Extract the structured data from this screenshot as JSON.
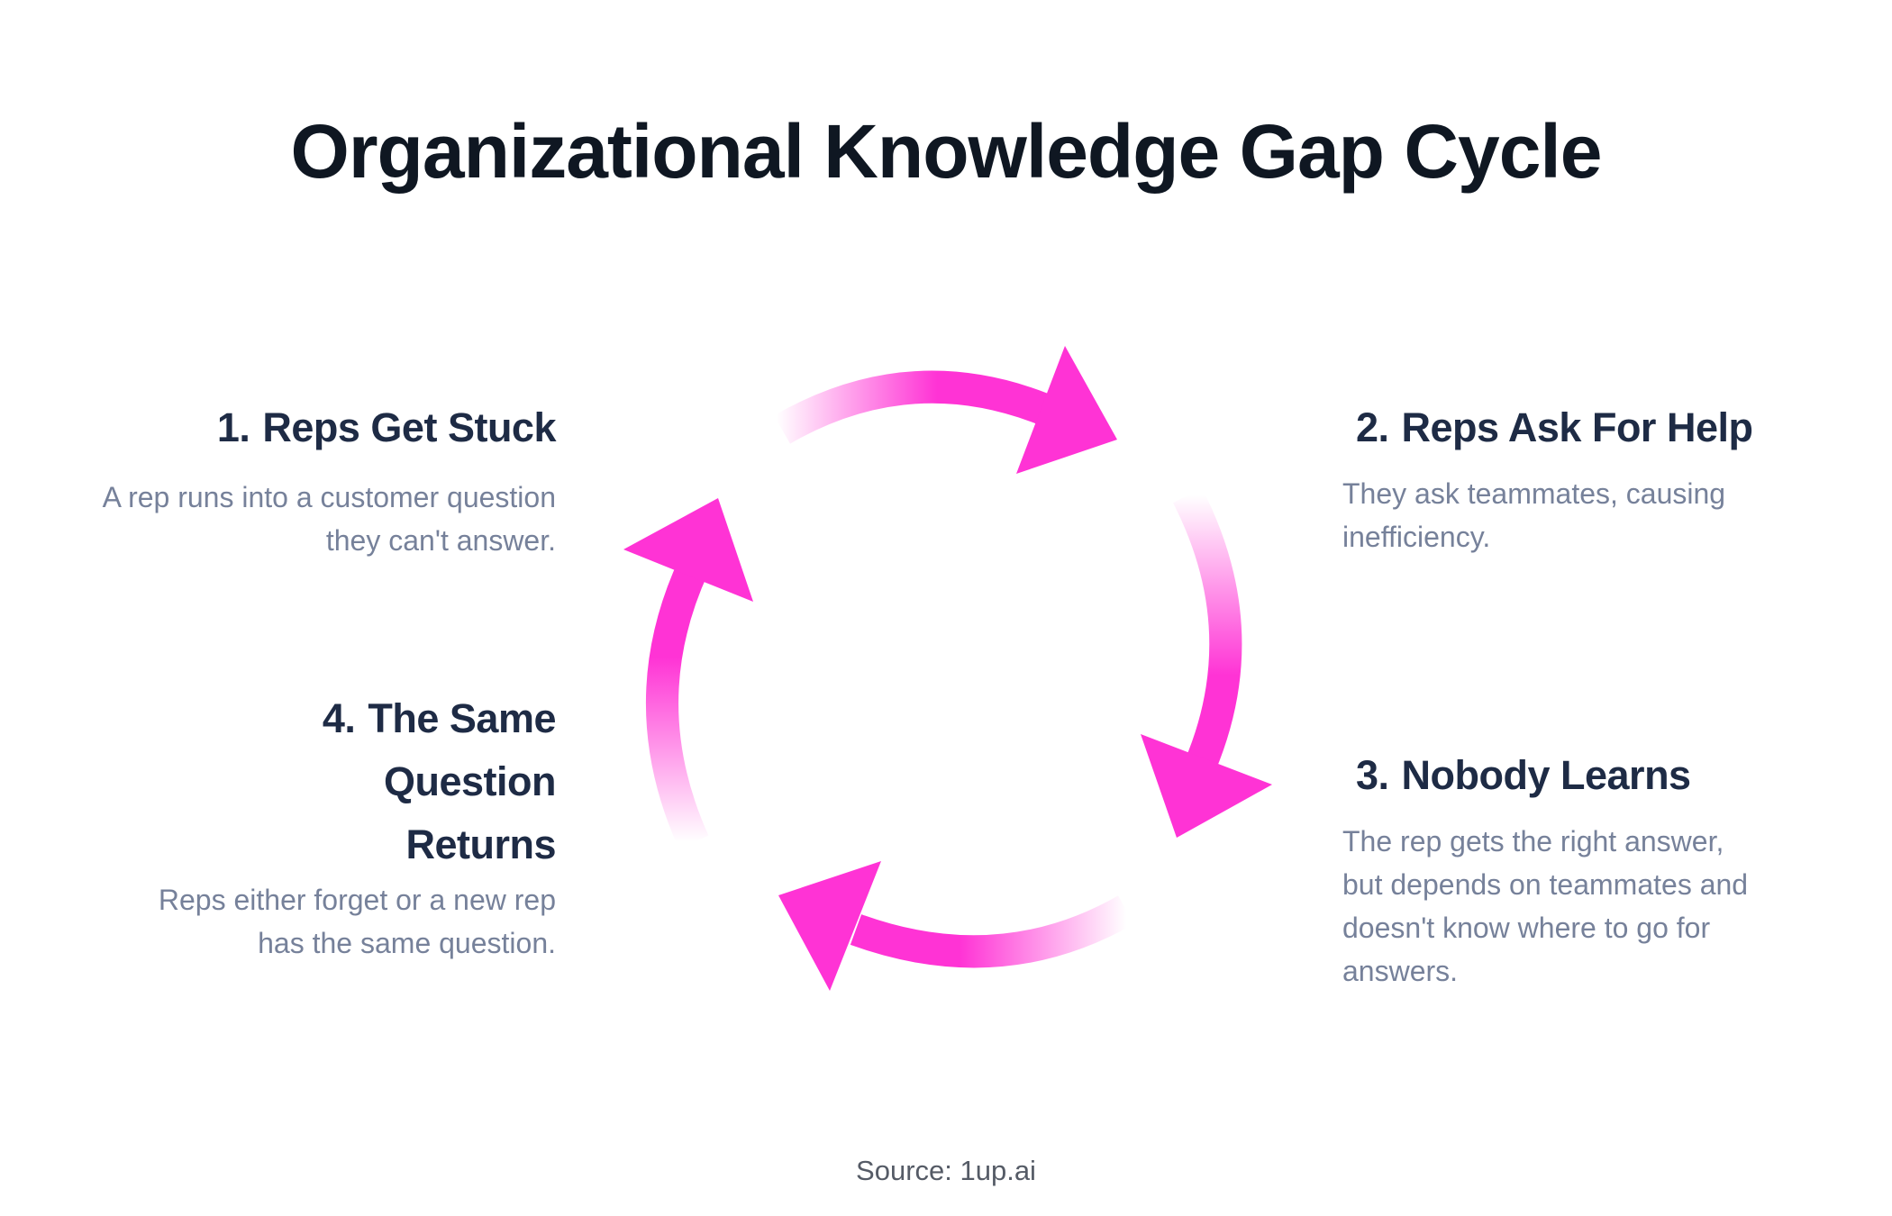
{
  "title": "Organizational Knowledge Gap Cycle",
  "steps": [
    {
      "number": "1.",
      "heading": "Reps Get Stuck",
      "body": "A rep runs into a customer question they can't answer.",
      "position": "top-left"
    },
    {
      "number": "2.",
      "heading": "Reps Ask For Help",
      "body": "They ask teammates, causing inefficiency.",
      "position": "top-right"
    },
    {
      "number": "3.",
      "heading": "Nobody Learns",
      "body": "The rep gets the right answer, but depends on teammates and doesn't know where to go for answers.",
      "position": "bottom-right"
    },
    {
      "number": "4.",
      "heading": "The Same Question Returns",
      "body": "Reps either forget or a new rep has the same question.",
      "position": "bottom-left"
    }
  ],
  "source": "Source: 1up.ai",
  "colors": {
    "title": "#0f1722",
    "heading": "#1e2b45",
    "body": "#76819a",
    "arrow": "#ff33d5",
    "source": "#555b66"
  },
  "diagram": {
    "type": "cycle",
    "arrows": [
      {
        "from": "Reps Get Stuck",
        "to": "Reps Ask For Help",
        "direction": "clockwise"
      },
      {
        "from": "Reps Ask For Help",
        "to": "Nobody Learns",
        "direction": "clockwise"
      },
      {
        "from": "Nobody Learns",
        "to": "The Same Question Returns",
        "direction": "clockwise"
      },
      {
        "from": "The Same Question Returns",
        "to": "Reps Get Stuck",
        "direction": "clockwise"
      }
    ]
  }
}
